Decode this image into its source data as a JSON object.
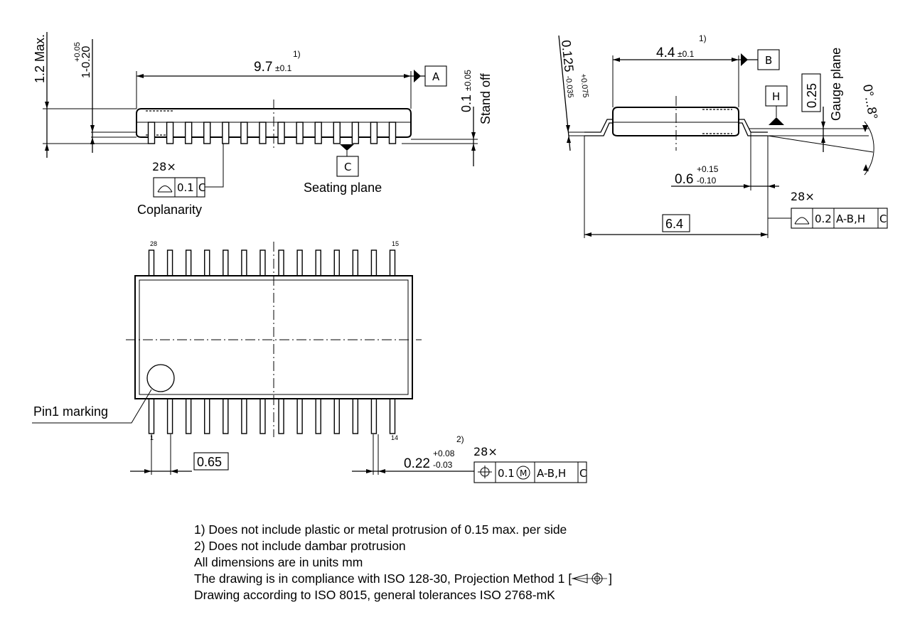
{
  "side_view": {
    "height_max": "1.2 Max.",
    "height_tol_upper": "+0.05",
    "height_tol_lower": "1-0.20",
    "length_value": "9.7",
    "length_tol": "±0.1",
    "length_note": "1)",
    "datum_a": "A",
    "standoff_value": "0.1",
    "standoff_tol": "±0.05",
    "standoff_label": "Stand off",
    "count": "28×",
    "coplanarity_value": "0.1",
    "coplanarity_datum": "C",
    "coplanarity_label": "Coplanarity",
    "datum_c": "C",
    "seating_label": "Seating plane"
  },
  "end_view": {
    "lead_thk_value": "0.125",
    "lead_thk_tol_upper": "+0.075",
    "lead_thk_tol_lower": "-0.035",
    "width_value": "4.4",
    "width_tol": "±0.1",
    "width_note": "1)",
    "datum_b": "B",
    "datum_h": "H",
    "gauge_value": "0.25",
    "gauge_label": "Gauge plane",
    "angle_label": "0°...8°",
    "foot_value": "0.6",
    "foot_tol_upper": "+0.15",
    "foot_tol_lower": "-0.10",
    "overall_value": "6.4",
    "count": "28×",
    "profile_value": "0.2",
    "profile_datums": "A-B,H",
    "profile_datum2": "C"
  },
  "top_view": {
    "pin_28": "28",
    "pin_15": "15",
    "pin_1": "1",
    "pin_14": "14",
    "pin1_label": "Pin1 marking",
    "pitch_value": "0.65",
    "lead_w_value": "0.22",
    "lead_w_tol_upper": "+0.08",
    "lead_w_tol_lower": "-0.03",
    "lead_w_note": "2)",
    "count": "28×",
    "position_value": "0.1",
    "position_modifier": "M",
    "position_datums": "A-B,H",
    "position_datum2": "C"
  },
  "notes": {
    "note1": "1) Does not include plastic or metal protrusion of 0.15 max. per side",
    "note2": "2) Does not include dambar protrusion",
    "units": "All dimensions are in units mm",
    "projection": "The drawing is in compliance with ISO 128-30, Projection Method 1 [",
    "projection_end": "]",
    "tolerances": "Drawing according to ISO 8015, general tolerances ISO 2768-mK"
  }
}
